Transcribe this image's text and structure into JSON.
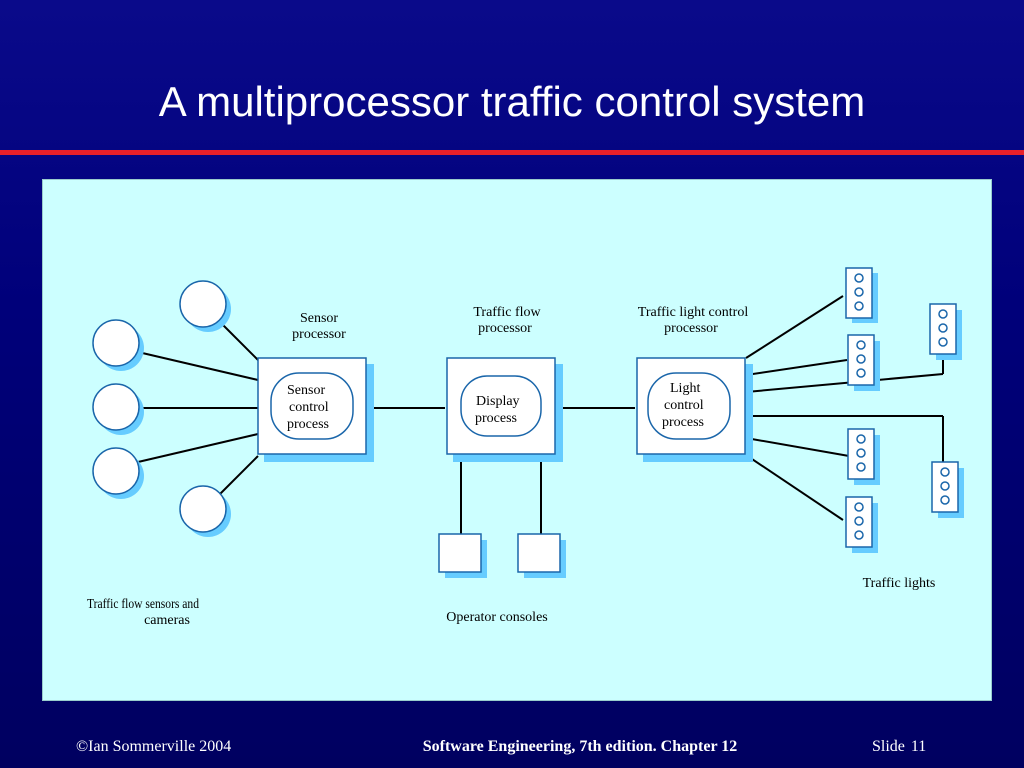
{
  "slide": {
    "title": "A multiprocessor traffic control system"
  },
  "diagram": {
    "sensor_processor": {
      "label_line1": "Sensor",
      "label_line2": "processor",
      "process_line1": "Sensor",
      "process_line2": "control",
      "process_line3": "process"
    },
    "traffic_flow_processor": {
      "label_line1": "Traffic flow",
      "label_line2": "processor",
      "process_line1": "Display",
      "process_line2": "process"
    },
    "traffic_light_processor": {
      "label_line1": "Traffic light control",
      "label_line2": "processor",
      "process_line1": "Light",
      "process_line2": "control",
      "process_line3": "process"
    },
    "sensors_label_line1": "Traffic flow sensors and",
    "sensors_label_line2": "cameras",
    "consoles_label": "Operator consoles",
    "lights_label": "Traffic lights"
  },
  "footer": {
    "copyright": "©Ian Sommerville 2004",
    "book": "Software Engineering, 7th edition. Chapter 12",
    "slide_word": "Slide",
    "slide_number": "11"
  },
  "colors": {
    "background": "#00007a",
    "accent_rule": "#e8202a",
    "panel": "#ccffff",
    "box_border": "#1a66aa",
    "box_shadow": "#66ccff"
  }
}
